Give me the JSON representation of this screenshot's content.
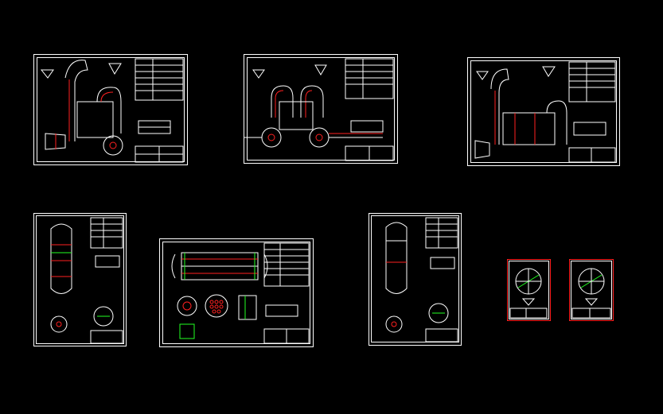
{
  "viewport": {
    "background": "#000000"
  },
  "colors": {
    "line": "#ffffff",
    "accent_red": "#ff2020",
    "accent_green": "#22ff22"
  },
  "sheets": [
    {
      "id": "sheet-1",
      "kind": "assembly-elbow-left"
    },
    {
      "id": "sheet-2",
      "kind": "assembly-double-elbow"
    },
    {
      "id": "sheet-3",
      "kind": "assembly-elbow-right"
    },
    {
      "id": "sheet-4",
      "kind": "vertical-vessel"
    },
    {
      "id": "sheet-5",
      "kind": "horizontal-exchanger",
      "frame_color": "#ff2020"
    },
    {
      "id": "sheet-6",
      "kind": "vertical-vessel-2"
    },
    {
      "id": "sheet-7",
      "kind": "tube-plate-small",
      "frame_color": "#ff2020"
    },
    {
      "id": "sheet-8",
      "kind": "tube-plate-small-2",
      "frame_color": "#ff2020"
    }
  ]
}
